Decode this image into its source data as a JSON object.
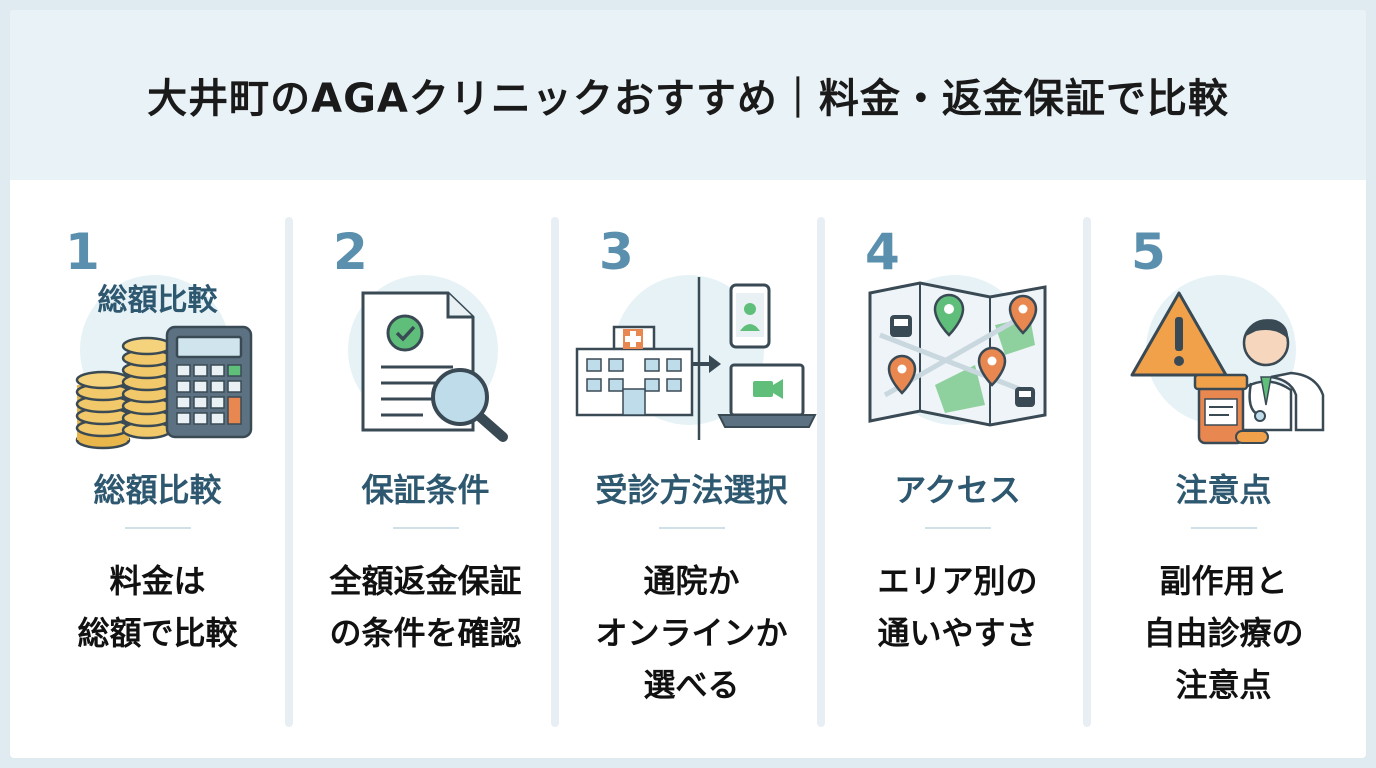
{
  "title": "大井町のAGAクリニックおすすめ｜料金・返金保証で比較",
  "steps": [
    {
      "num": "1",
      "top_label": "総額比較",
      "label": "総額比較",
      "desc": [
        "料金は",
        "総額で比較"
      ]
    },
    {
      "num": "2",
      "label": "保証条件",
      "desc": [
        "全額返金保証",
        "の条件を確認"
      ]
    },
    {
      "num": "3",
      "label": "受診方法選択",
      "desc": [
        "通院か",
        "オンラインか",
        "選べる"
      ]
    },
    {
      "num": "4",
      "label": "アクセス",
      "desc": [
        "エリア別の",
        "通いやすさ"
      ]
    },
    {
      "num": "5",
      "label": "注意点",
      "desc": [
        "副作用と",
        "自由診療の",
        "注意点"
      ]
    }
  ],
  "colors": {
    "accent": "#5a8fae",
    "label": "#2e5870",
    "header_bg": "#e9f2f6"
  }
}
